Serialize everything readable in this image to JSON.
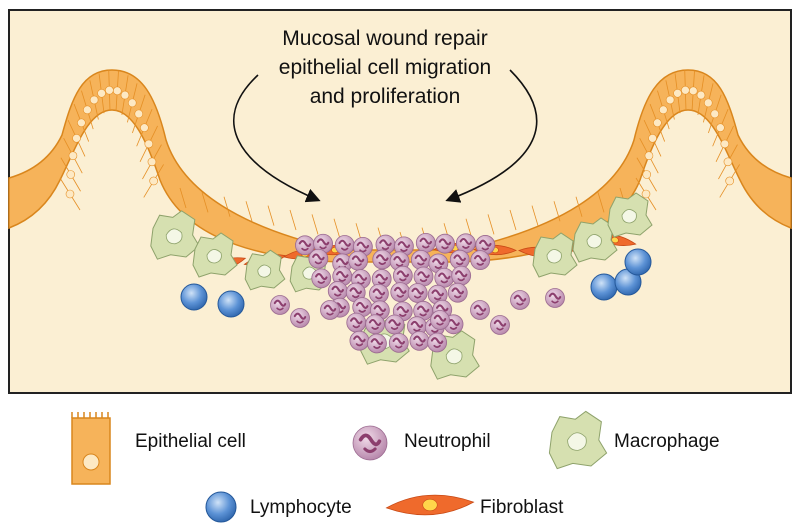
{
  "title": {
    "lines": [
      "Mucosal wound repair",
      "epithelial cell migration",
      "and proliferation"
    ]
  },
  "legend": {
    "epithelial_cell": "Epithelial cell",
    "neutrophil": "Neutrophil",
    "macrophage": "Macrophage",
    "lymphocyte": "Lymphocyte",
    "fibroblast": "Fibroblast"
  },
  "colors": {
    "tissue_background": "#fbefd3",
    "epithelium": "#f6b35a",
    "epithelium_dark": "#e58f25",
    "nucleus": "#fde9c4",
    "neutrophil": "#c79bbd",
    "neutrophil_nucleus": "#8c3f6e",
    "macrophage": "#d6e0b0",
    "lymphocyte": "#3d7bc8",
    "fibroblast": "#ef6a2c",
    "fibroblast_nucleus": "#ffd54a"
  }
}
